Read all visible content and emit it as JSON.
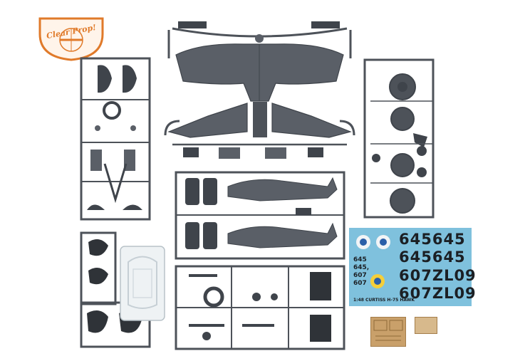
{
  "logo": {
    "text": "Clear Prop!",
    "color": "#e07a2a"
  },
  "decal_sheet": {
    "background": "#7fc1dd",
    "rows": [
      "645645",
      "645645",
      "607ZL09",
      "607ZL09"
    ],
    "side_numbers": [
      "645",
      "645,",
      "607",
      "607"
    ],
    "caption": "1:48 CURTISS H-75 HAWK"
  },
  "colors": {
    "plastic": "#5a5f67",
    "plastic_dark": "#3f444b",
    "clear_part": "#e8eef2",
    "photo_etch": "#c9a06a"
  }
}
